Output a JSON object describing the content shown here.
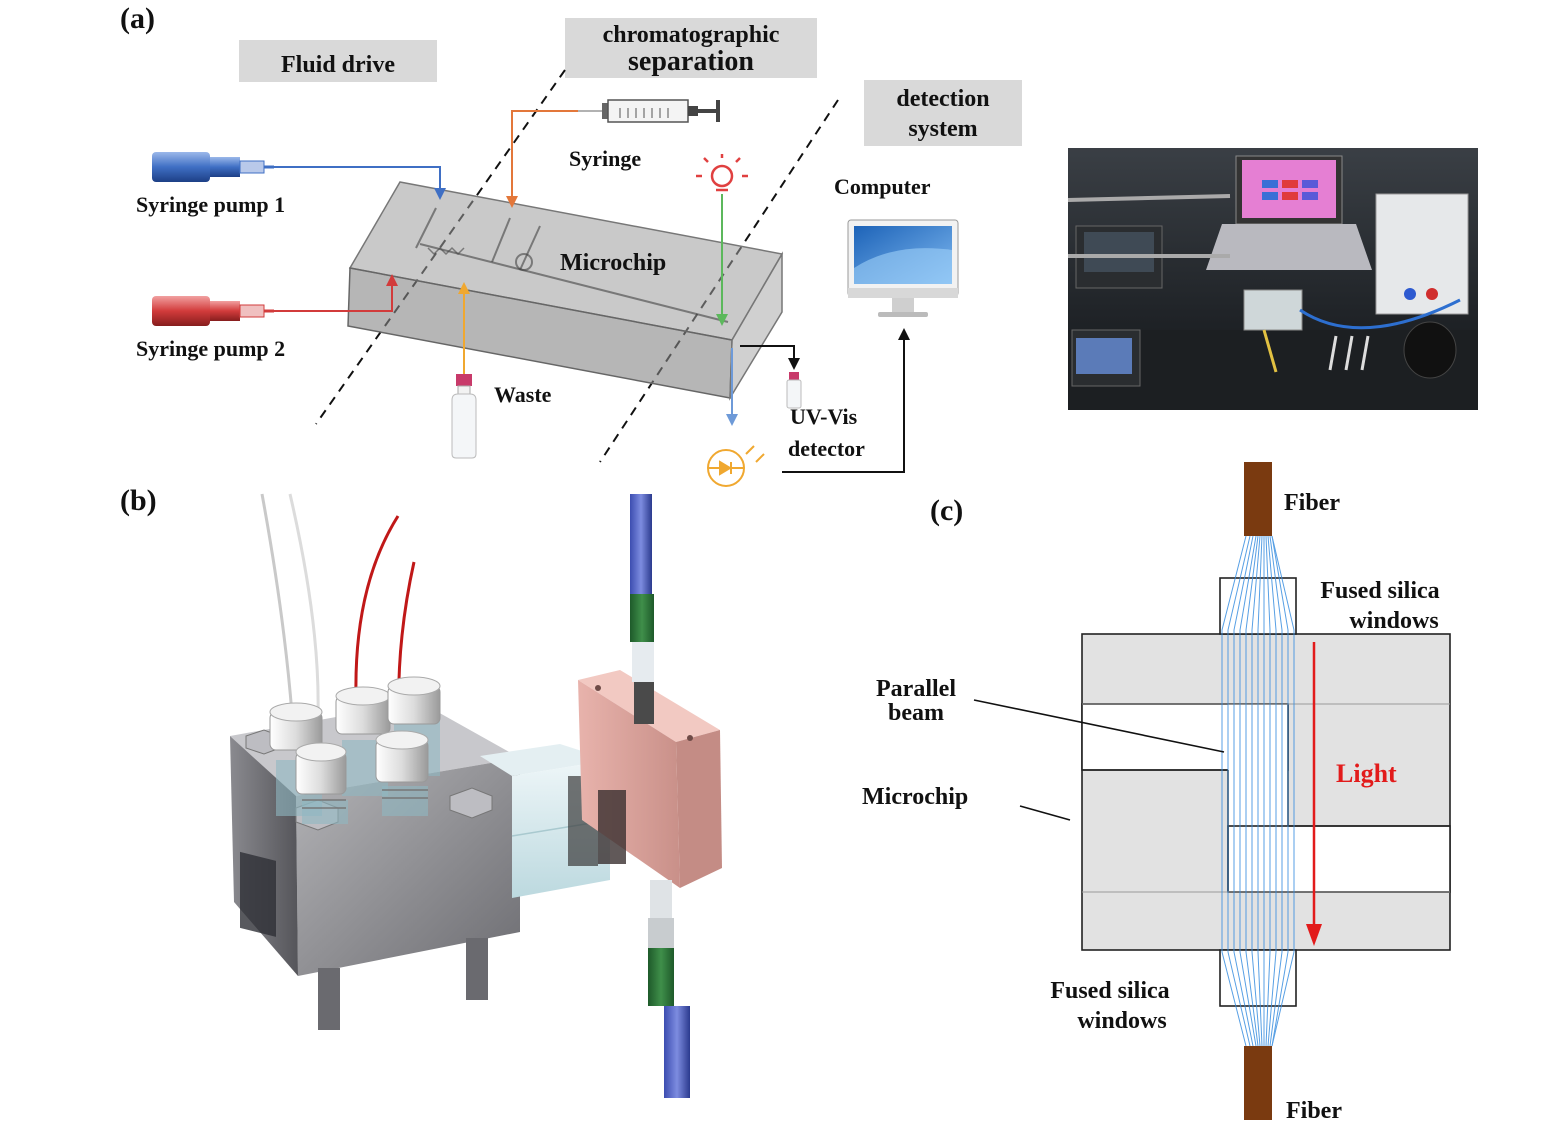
{
  "panels": {
    "a": "(a)",
    "b": "(b)",
    "c": "(c)"
  },
  "panel_a": {
    "zones": {
      "fluid_drive": "Fluid drive",
      "chromatographic_1": "chromatographic",
      "chromatographic_2": "separation",
      "detection_1": "detection",
      "detection_2": "system"
    },
    "labels": {
      "syringe": "Syringe",
      "syringe_pump_1": "Syringe pump 1",
      "syringe_pump_2": "Syringe pump 2",
      "microchip": "Microchip",
      "waste": "Waste",
      "computer": "Computer",
      "uv_vis_1": "UV-Vis",
      "uv_vis_2": "detector"
    }
  },
  "panel_c": {
    "fiber_top": "Fiber",
    "fiber_bottom": "Fiber",
    "windows_top_1": "Fused silica",
    "windows_top_2": "windows",
    "windows_bottom_1": "Fused silica",
    "windows_bottom_2": "windows",
    "parallel_1": "Parallel",
    "parallel_2": "beam",
    "microchip": "Microchip",
    "light": "Light"
  },
  "colors": {
    "pump1": "#3f6fc4",
    "pump2": "#d23b3b",
    "syringe_line": "#e3773a",
    "waste_line": "#f0a830",
    "lamp_line": "#5cb85c",
    "detector_line": "#6e9ad8",
    "light_arrow": "#e21b1b",
    "beam": "#3a8fe0",
    "fiber": "#7a3a10"
  }
}
